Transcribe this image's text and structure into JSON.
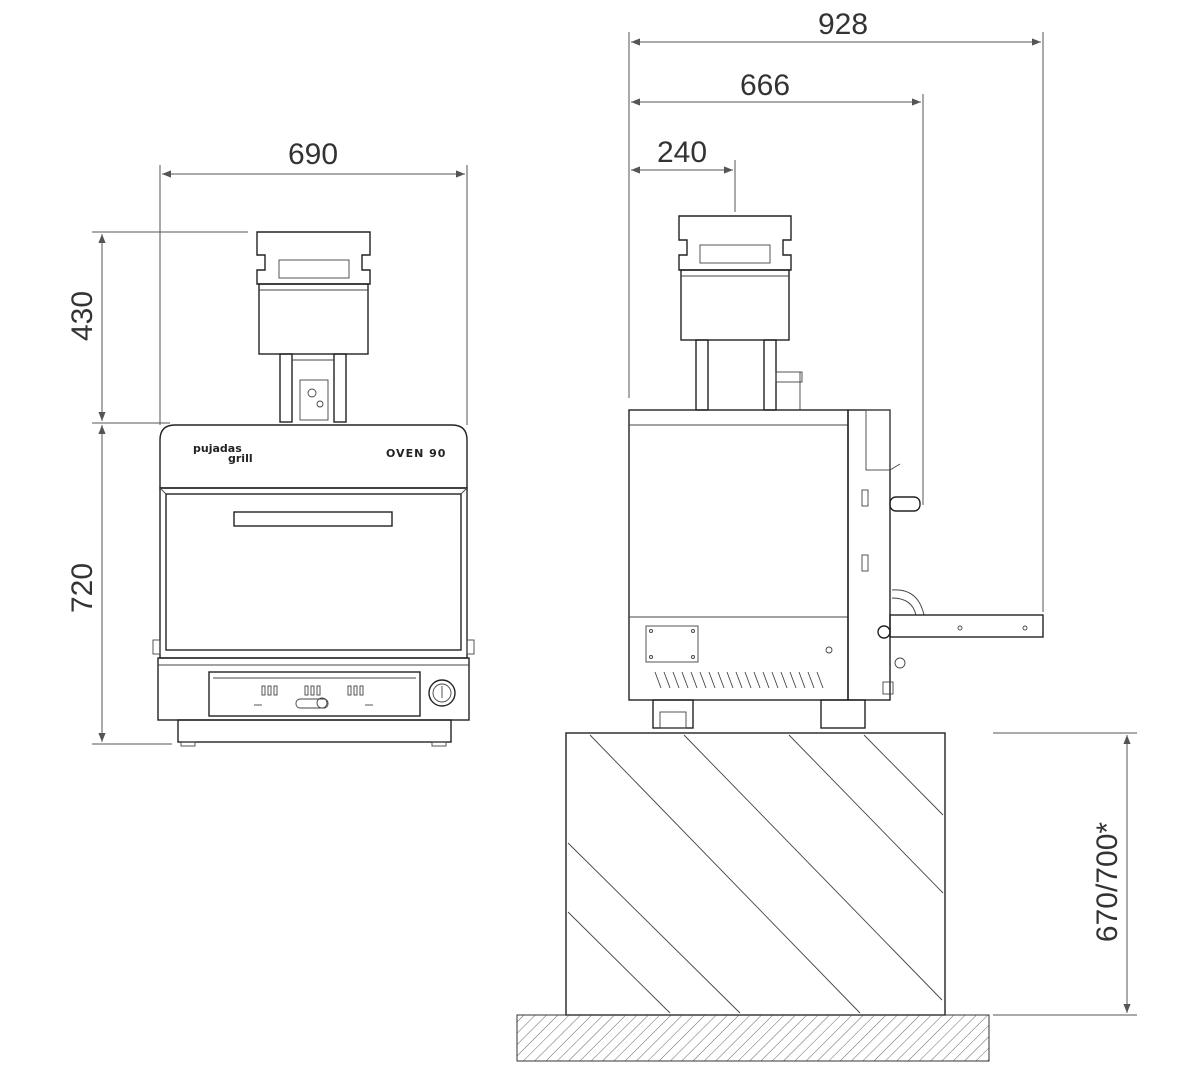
{
  "dimensions": {
    "front_width": "690",
    "front_top_height": "430",
    "front_body_height": "720",
    "side_total_depth": "928",
    "side_body_depth": "666",
    "side_chimney_offset": "240",
    "stand_height": "670/700*"
  },
  "labels": {
    "brand_line1": "pujadas",
    "brand_line2": "grill",
    "model": "OVEN 90"
  },
  "colors": {
    "line": "#222222",
    "dimension_text": "#333333",
    "background": "#ffffff"
  }
}
